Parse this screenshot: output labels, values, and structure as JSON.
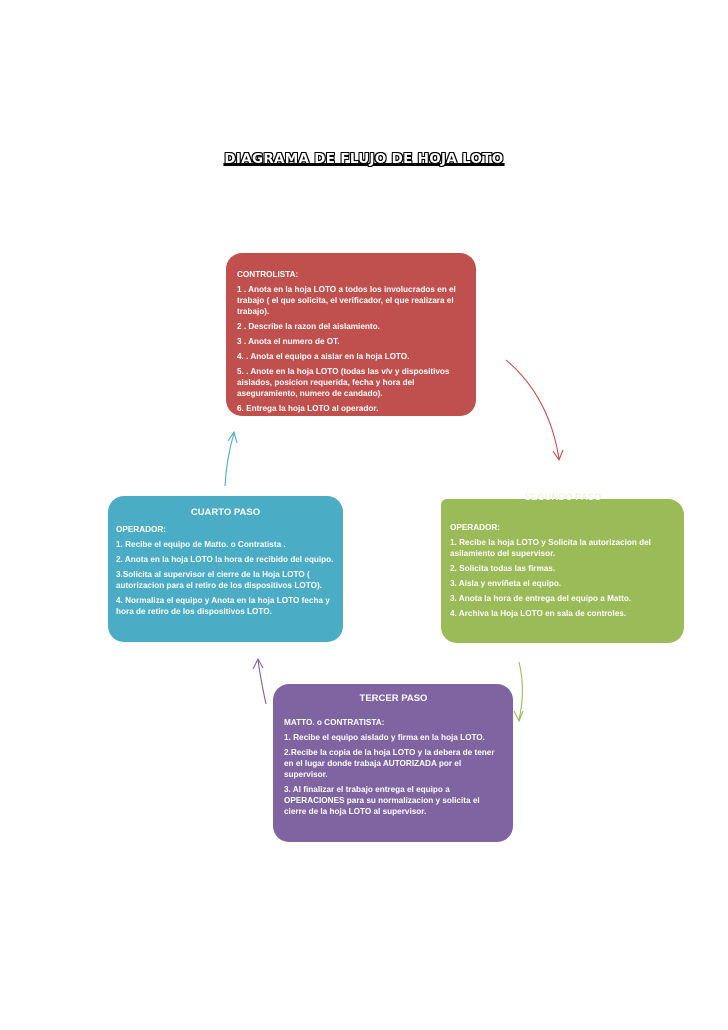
{
  "title": "DIAGRAMA DE FLUJO DE HOJA LOTO",
  "steps": {
    "first": {
      "heading": "CONTROLISTA:",
      "lines": [
        "1 . Anota en la hoja LOTO a todos los involucrados en el trabajo ( el que solicita, el verificador, el que realizara el trabajo).",
        "2 . Describe la razon del aislamiento.",
        "3 . Anota el numero de OT.",
        "4. . Anota el equipo a aislar en la hoja LOTO.",
        "5. . Anote en la hoja LOTO (todas las v/v y dispositivos aislados, posicion requerida, fecha y hora del aseguramiento, numero de candado).",
        "6. Entrega la hoja LOTO al operador."
      ]
    },
    "second": {
      "title": "SEGUNDO PASO",
      "heading": "OPERADOR:",
      "lines": [
        "1. Recibe la hoja LOTO y Solicita la autorizacion del asilamiento del supervisor.",
        "2. Solicita todas las firmas.",
        "3. Aisla y envíñeta el equipo.",
        "3. Anota la hora de entrega del equipo a Matto.",
        "4. Archiva la Hoja LOTO en sala de controles."
      ]
    },
    "third": {
      "title": "TERCER PASO",
      "heading": "MATTO. o CONTRATISTA:",
      "lines": [
        "1. Recibe el equipo aislado y firma en la hoja LOTO.",
        "2.Recibe la copia de la hoja LOTO y la debera de tener en el lugar donde trabaja AUTORIZADA por el supervisor.",
        "3. Al finalizar el trabajo entrega el equipo a OPERACIONES para su normalizacion y solicita el cierre de la hoja LOTO al supervisor."
      ]
    },
    "fourth": {
      "title": "CUARTO PASO",
      "heading": "OPERADOR:",
      "lines": [
        "1. Recibe el equipo de Matto. o Contratista .",
        "2. Anota en la hoja LOTO la hora de recibido del equipo.",
        "3.Solicita al supervisor el cierre de la Hoja LOTO ( autorizacion para el retiro de los dispositivos LOTO).",
        "4. Normaliza el equipo y Anota en la hoja LOTO fecha y hora de retiro de los dispositivos LOTO."
      ]
    }
  },
  "colors": {
    "first": "#c0504d",
    "second": "#9bbb59",
    "third": "#8064a2",
    "fourth": "#4bacc6"
  }
}
